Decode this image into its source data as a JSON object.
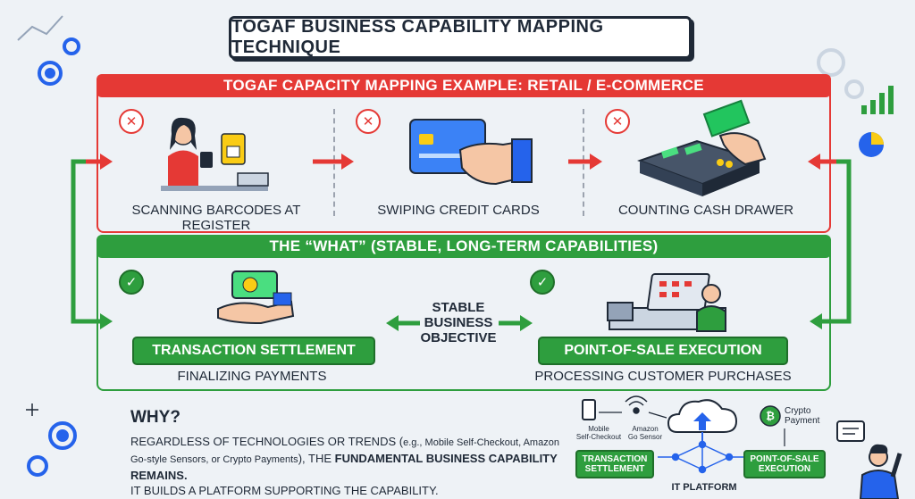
{
  "title": "TOGAF BUSINESS CAPABILITY MAPPING TECHNIQUE",
  "how_section": {
    "header": "TOGAF CAPACITY MAPPING EXAMPLE: RETAIL / E-COMMERCE",
    "items": [
      {
        "caption": "SCANNING BARCODES AT REGISTER",
        "status": "✕"
      },
      {
        "caption": "SWIPING CREDIT CARDS",
        "status": "✕"
      },
      {
        "caption": "COUNTING CASH DRAWER",
        "status": "✕"
      }
    ]
  },
  "what_section": {
    "header": "THE “WHAT” (STABLE, LONG-TERM CAPABILITIES)",
    "center_label_lines": [
      "STABLE",
      "BUSINESS",
      "OBJECTIVE"
    ],
    "capabilities": [
      {
        "name": "TRANSACTION SETTLEMENT",
        "description": "FINALIZING PAYMENTS",
        "status": "✓"
      },
      {
        "name": "POINT-OF-SALE EXECUTION",
        "description": "PROCESSING CUSTOMER PURCHASES",
        "status": "✓"
      }
    ]
  },
  "why": {
    "heading": "WHY?",
    "line1_start": "REGARDLESS OF TECHNOLOGIES OR TRENDS (",
    "line1_small": "e.g., Mobile Self-Checkout, Amazon",
    "line2_small": "Go-style Sensors, or Crypto Payments",
    "line2_mid": "), THE ",
    "line2_bold": "FUNDAMENTAL BUSINESS CAPABILITY REMAINS.",
    "line3": "IT BUILDS A PLATFORM SUPPORTING THE CAPABILITY."
  },
  "it_platform": {
    "label": "IT PLATFORM",
    "mobile_label_lines": [
      "Mobile",
      "Self-Checkout"
    ],
    "sensor_label_lines": [
      "Amazon",
      "Go Sensor"
    ],
    "crypto_label_lines": [
      "Crypto",
      "Payment"
    ],
    "left_box_lines": [
      "TRANSACTION",
      "SETTLEMENT"
    ],
    "right_box_lines": [
      "POINT-OF-SALE",
      "EXECUTION"
    ]
  },
  "colors": {
    "red": "#e53935",
    "green": "#2e9e3e",
    "dark": "#1f2937",
    "blue": "#2563eb"
  }
}
